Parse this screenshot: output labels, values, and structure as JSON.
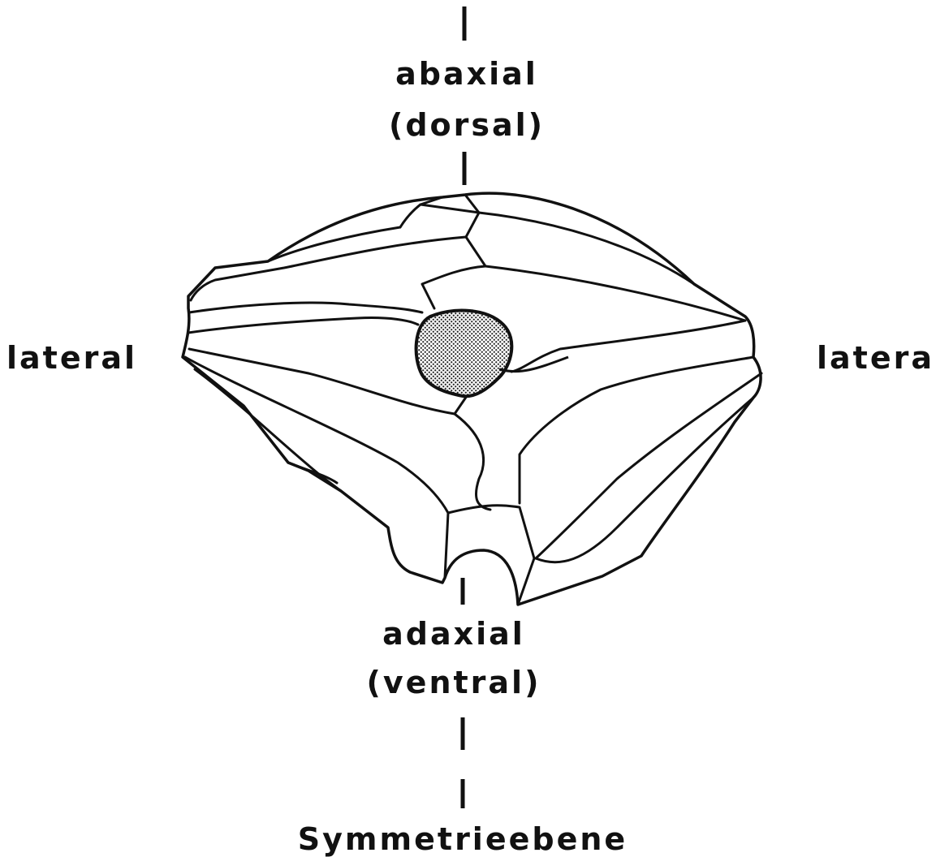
{
  "labels": {
    "top_line1": "abaxial",
    "top_line2": "(dorsal)",
    "left": "lateral",
    "right": "lateral",
    "bottom_line1": "adaxial",
    "bottom_line2": "(ventral)",
    "axis": "Symmetrieebene"
  },
  "colors": {
    "ink": "#111111",
    "background": "#ffffff",
    "hatch_fill": "#555555"
  }
}
